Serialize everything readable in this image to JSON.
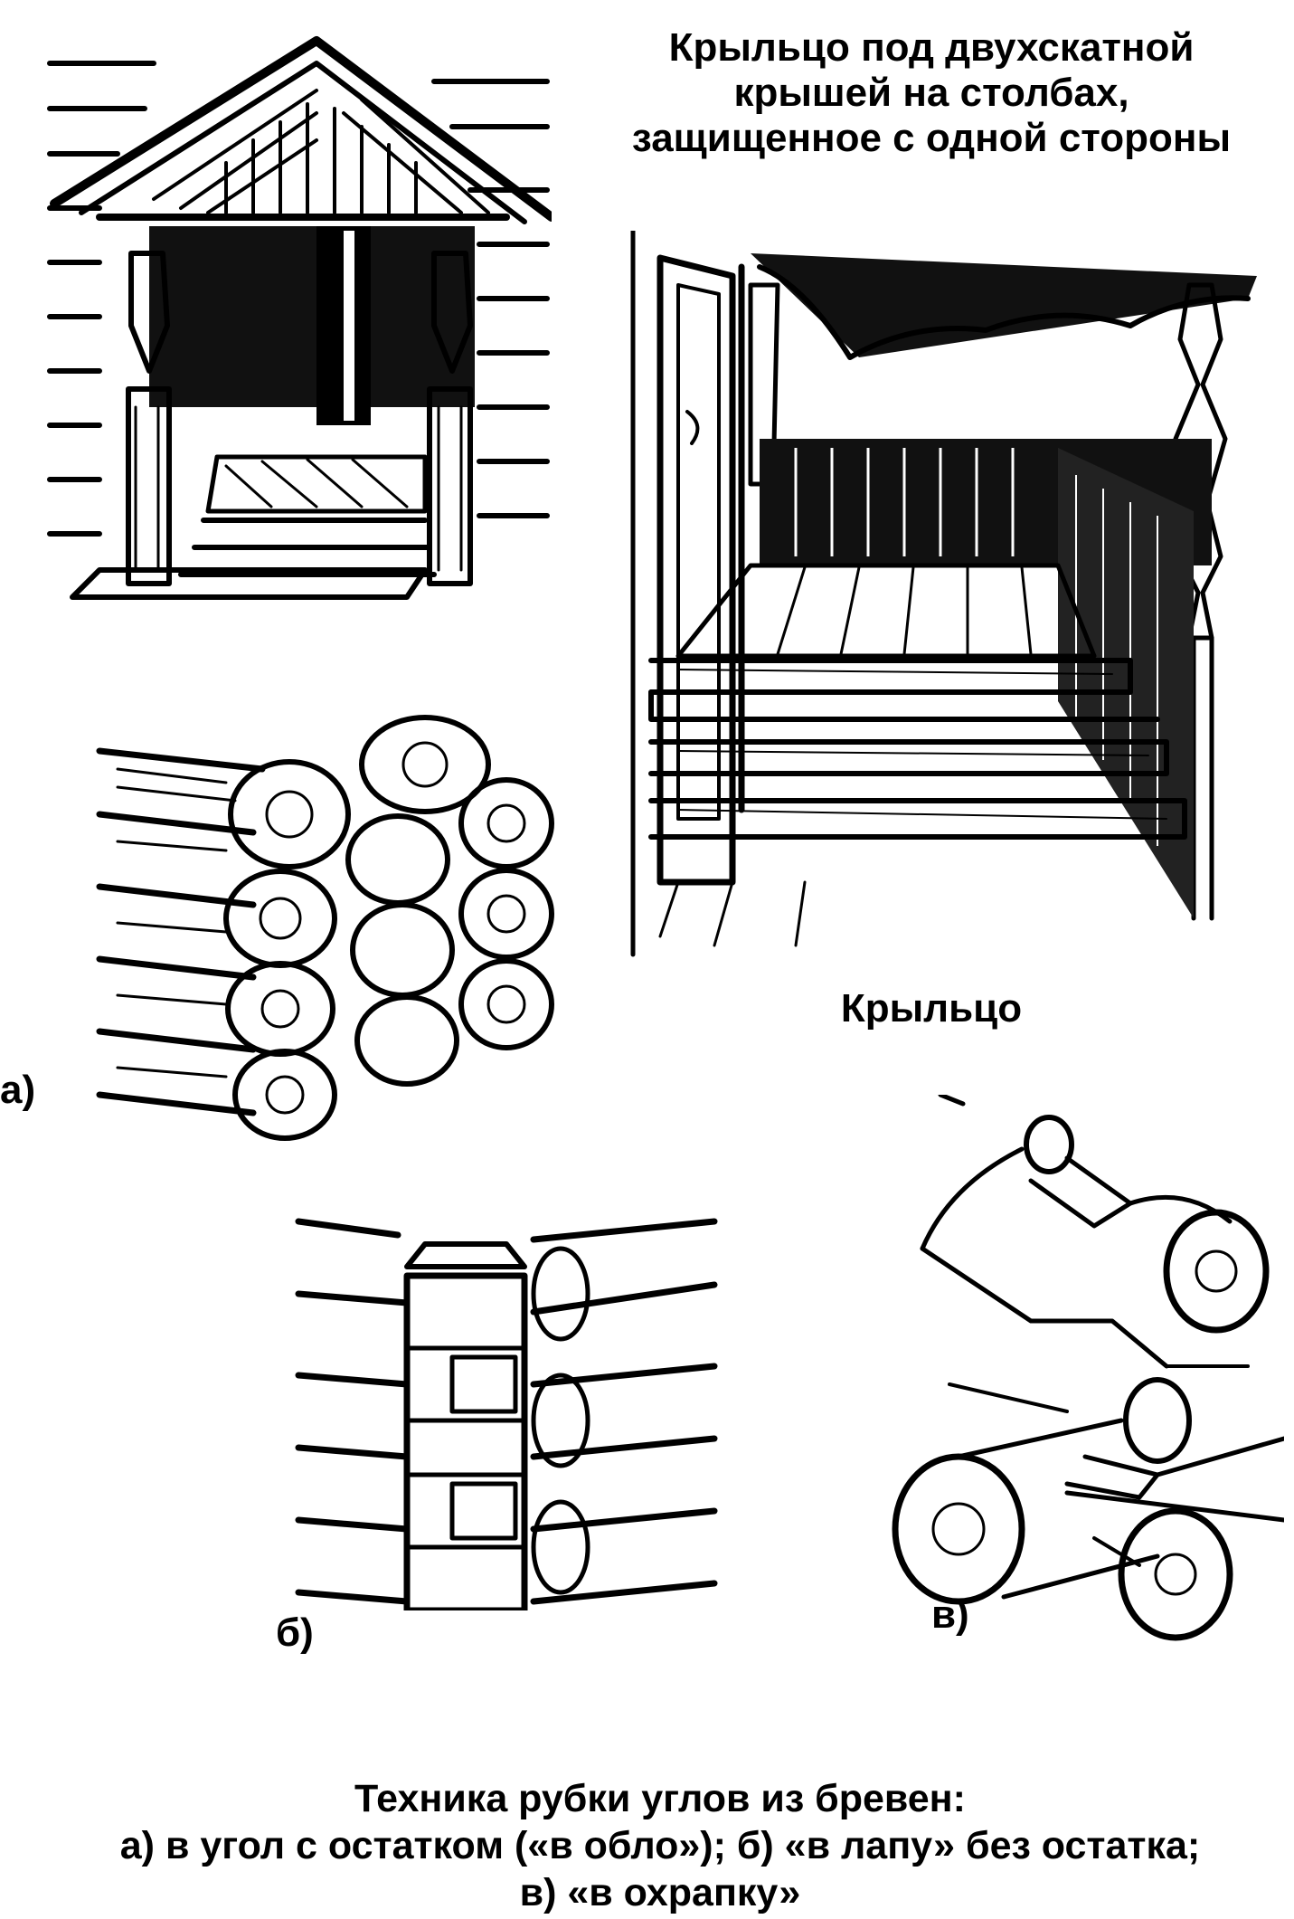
{
  "title": {
    "lines": [
      "Крыльцо под двухскатной",
      "крышей на столбах,",
      "защищенное с одной стороны"
    ]
  },
  "porch_caption": "Крыльцо",
  "labels": {
    "a": "а)",
    "b": "б)",
    "c": "в)"
  },
  "bottom_caption": {
    "lines": [
      "Техника рубки углов из бревен:",
      "а) в угол с остатком («в обло»);  б) «в лапу» без остатка;",
      "в) «в охрапку»"
    ]
  }
}
